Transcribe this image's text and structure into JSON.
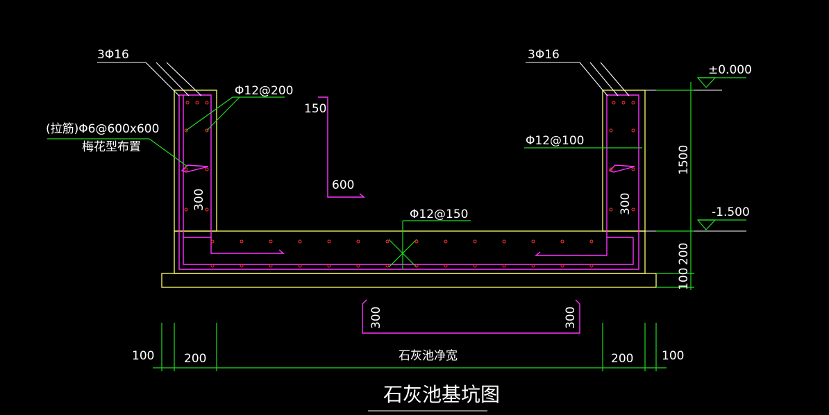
{
  "colors": {
    "background": "#000000",
    "concrete_outline": "#ffff66",
    "rebar": "#ff33ff",
    "dimension": "#22dd22",
    "leader": "#ffffff",
    "rebar_point": "#ff3333"
  },
  "labels": {
    "top_bar_left": "3Φ16",
    "top_bar_right": "3Φ16",
    "wall_rebar_left": "Φ12@200",
    "wall_rebar_right": "Φ12@100",
    "tie_bar_line1": "(拉筋)Φ6@600x600",
    "tie_bar_line2": "梅花型布置",
    "bottom_rebar": "Φ12@150",
    "bend_top": "150",
    "bend_bottom": "600",
    "anchor_left": "300",
    "anchor_right": "300",
    "hook_left": "300",
    "hook_right": "300"
  },
  "elevations": {
    "top": "±0.000",
    "bottom": "-1.500"
  },
  "vertical_dims": {
    "wall_height": "1500",
    "slab": "200",
    "cushion": "100"
  },
  "horizontal_dims": {
    "left_cushion": "100",
    "left_wall": "200",
    "clear_width": "石灰池净宽",
    "right_wall": "200",
    "right_cushion": "100"
  },
  "title": "石灰池基坑图"
}
